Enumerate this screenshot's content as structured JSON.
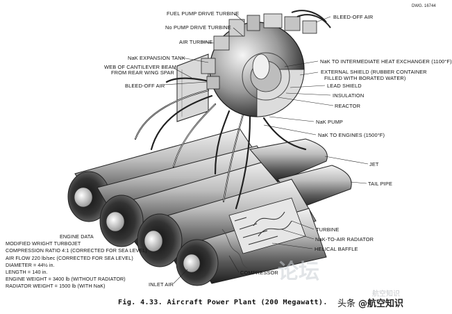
{
  "drawing_number": "DWG. 16744",
  "labels": {
    "fuel_pump_drive_turbine": "FUEL PUMP DRIVE TURBINE",
    "na_pump_drive_turbine": "No PUMP DRIVE TURBINE",
    "air_turbine": "AIR TURBINE",
    "nak_expansion_tank": "NaK EXPANSION TANK",
    "web_of_cantilever_beam": "WEB OF CANTILEVER BEAM",
    "from_rear_wing_spar": "FROM REAR WING SPAR",
    "bleed_off_air_left": "BLEED-OFF AIR",
    "bleed_off_air_top": "BLEED-OFF AIR",
    "nak_to_intermediate": "NaK TO INTERMEDIATE HEAT EXCHANGER (1100°F)",
    "external_shield_1": "EXTERNAL SHIELD (RUBBER CONTAINER",
    "external_shield_2": "FILLED WITH BORATED WATER)",
    "lead_shield": "LEAD SHIELD",
    "insulation": "INSULATION",
    "reactor": "REACTOR",
    "nak_pump": "NaK PUMP",
    "nak_to_engines": "NaK TO ENGINES (1500°F)",
    "jet": "JET",
    "tail_pipe": "TAIL PIPE",
    "turbine": "TURBINE",
    "nak_to_air_radiator": "NaK-TO-AIR RADIATOR",
    "helical_baffle": "HELICAL BAFFLE",
    "compressor": "COMPRESSOR",
    "inlet_air": "INLET AIR"
  },
  "engine_data": {
    "title": "ENGINE DATA",
    "lines": [
      "MODIFIED WRIGHT TURBOJET",
      "COMPRESSION RATIO 4:1 (CORRECTED FOR SEA LEVEL)",
      "AIR FLOW 220 lb/sec (CORRECTED FOR SEA LEVEL)",
      "DIAMETER = 44½ in.",
      "LENGTH = 140 in.",
      "ENGINE WEIGHT = 3400 lb (WITHOUT RADIATOR)",
      "RADIATOR WEIGHT = 1500 lb (WITH NaK)"
    ]
  },
  "caption": "Fig. 4.33.   Aircraft Power Plant (200 Megawatt).",
  "watermarks": {
    "center": "论坛",
    "faint": "航空知识",
    "bottom_prefix": "头条",
    "bottom_brand": "@航空知识"
  }
}
